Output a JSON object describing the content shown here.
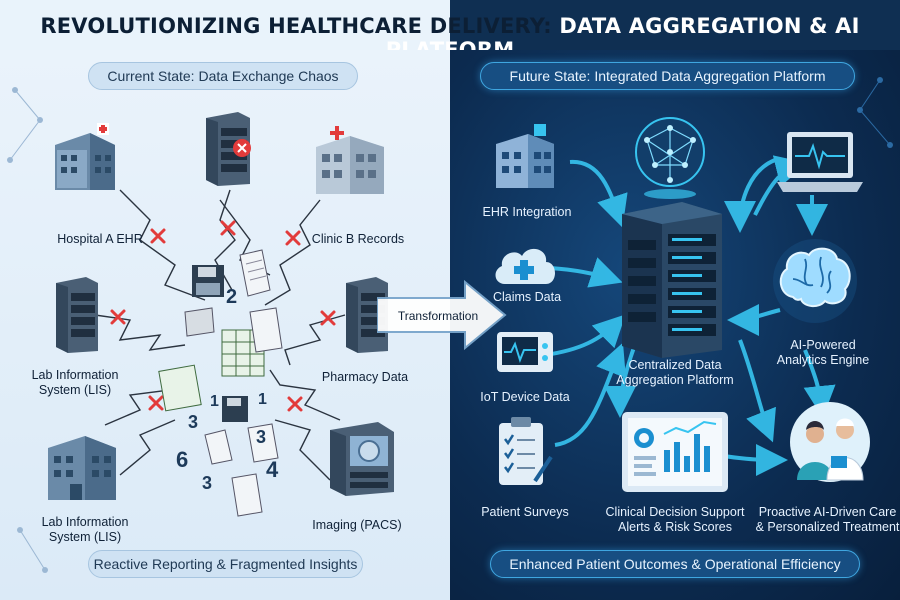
{
  "title": {
    "left": "REVOLUTIONIZING HEALTHCARE DELIVERY: ",
    "right": "DATA AGGREGATION & AI PLATFORM"
  },
  "current_state": {
    "heading": "Current State: Data Exchange Chaos",
    "sources": {
      "hospital": "Hospital A EHR",
      "clinic": "Clinic B Records",
      "lab1": "Lab Information System (LIS)",
      "pharmacy": "Pharmacy Data",
      "lab2": "Lab Information System (LIS)",
      "imaging": "Imaging (PACS)"
    },
    "chaos_numbers": [
      "2",
      "1",
      "3",
      "6",
      "3",
      "4",
      "3",
      "1"
    ],
    "footer": "Reactive Reporting & Fragmented Insights"
  },
  "transformation": "Transformation",
  "future_state": {
    "heading": "Future State: Integrated Data Aggregation Platform",
    "inputs": {
      "ehr": "EHR Integration",
      "claims": "Claims Data",
      "iot": "IoT Device Data",
      "surveys": "Patient Surveys"
    },
    "platform": "Centralized Data Aggregation Platform",
    "analytics": "AI-Powered Analytics Engine",
    "cds": "Clinical Decision Support Alerts & Risk Scores",
    "care": "Proactive AI-Driven Care & Personalized Treatment",
    "footer": "Enhanced Patient Outcomes & Operational Efficiency"
  },
  "colors": {
    "chaos_x": "#e23b3b",
    "glow": "#37c4f0",
    "dark_bg": "#0c2b50"
  },
  "icons": [
    "hospital-icon",
    "server-icon",
    "cloud-icon",
    "monitor-icon",
    "clipboard-icon",
    "brain-icon",
    "doctor-icon",
    "dashboard-icon"
  ]
}
